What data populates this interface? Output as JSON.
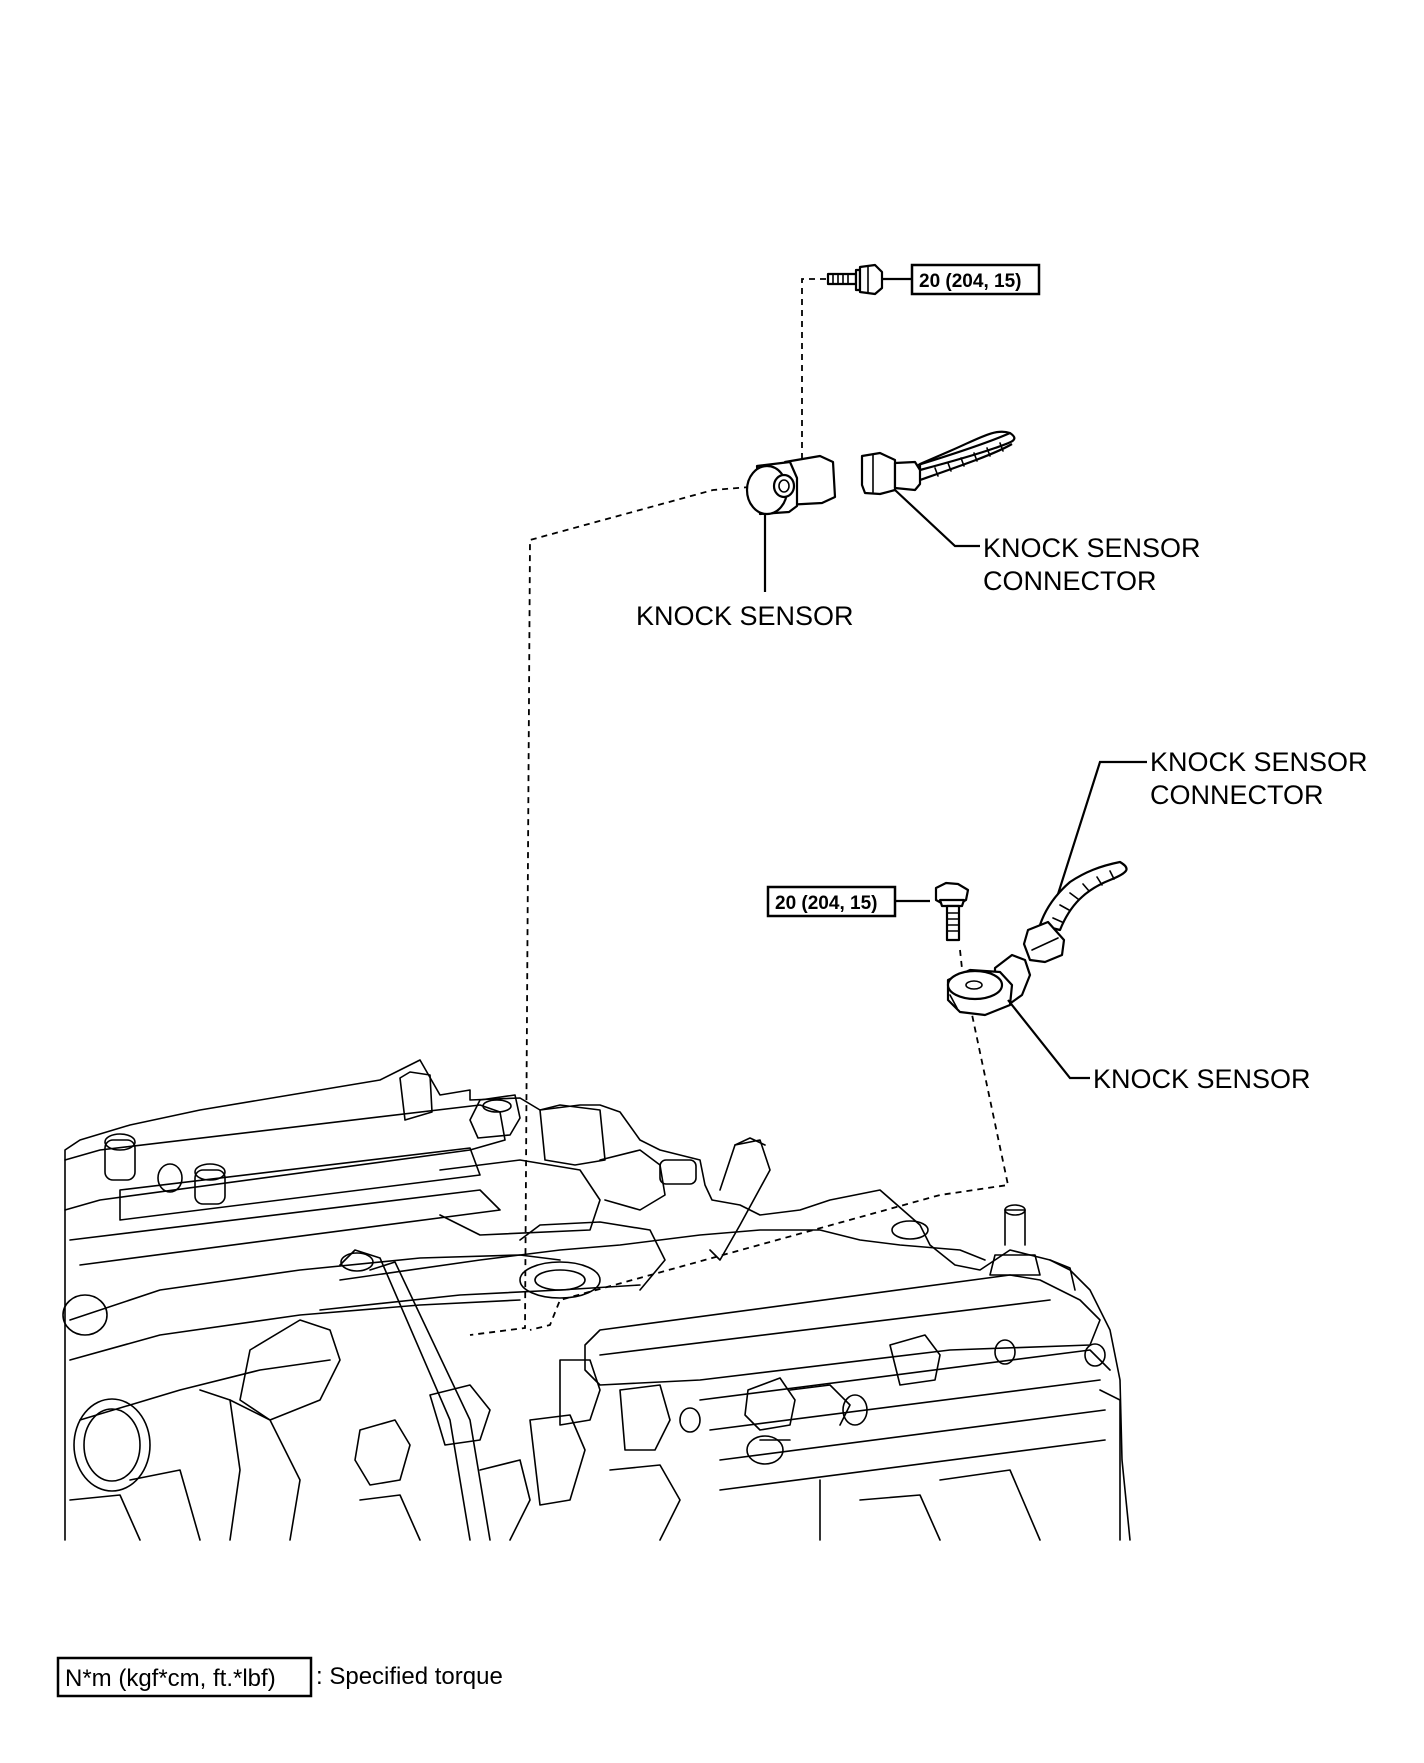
{
  "labels": {
    "upper_knock_sensor_connector": [
      "KNOCK SENSOR",
      "CONNECTOR"
    ],
    "upper_knock_sensor": "KNOCK SENSOR",
    "lower_knock_sensor_connector": [
      "KNOCK SENSOR",
      "CONNECTOR"
    ],
    "lower_knock_sensor": "KNOCK SENSOR"
  },
  "torque_specs": {
    "upper_bolt": "20 (204, 15)",
    "lower_bolt": "20 (204, 15)"
  },
  "legend": {
    "key": "N*m (kgf*cm, ft.*lbf)",
    "description": ": Specified torque"
  }
}
